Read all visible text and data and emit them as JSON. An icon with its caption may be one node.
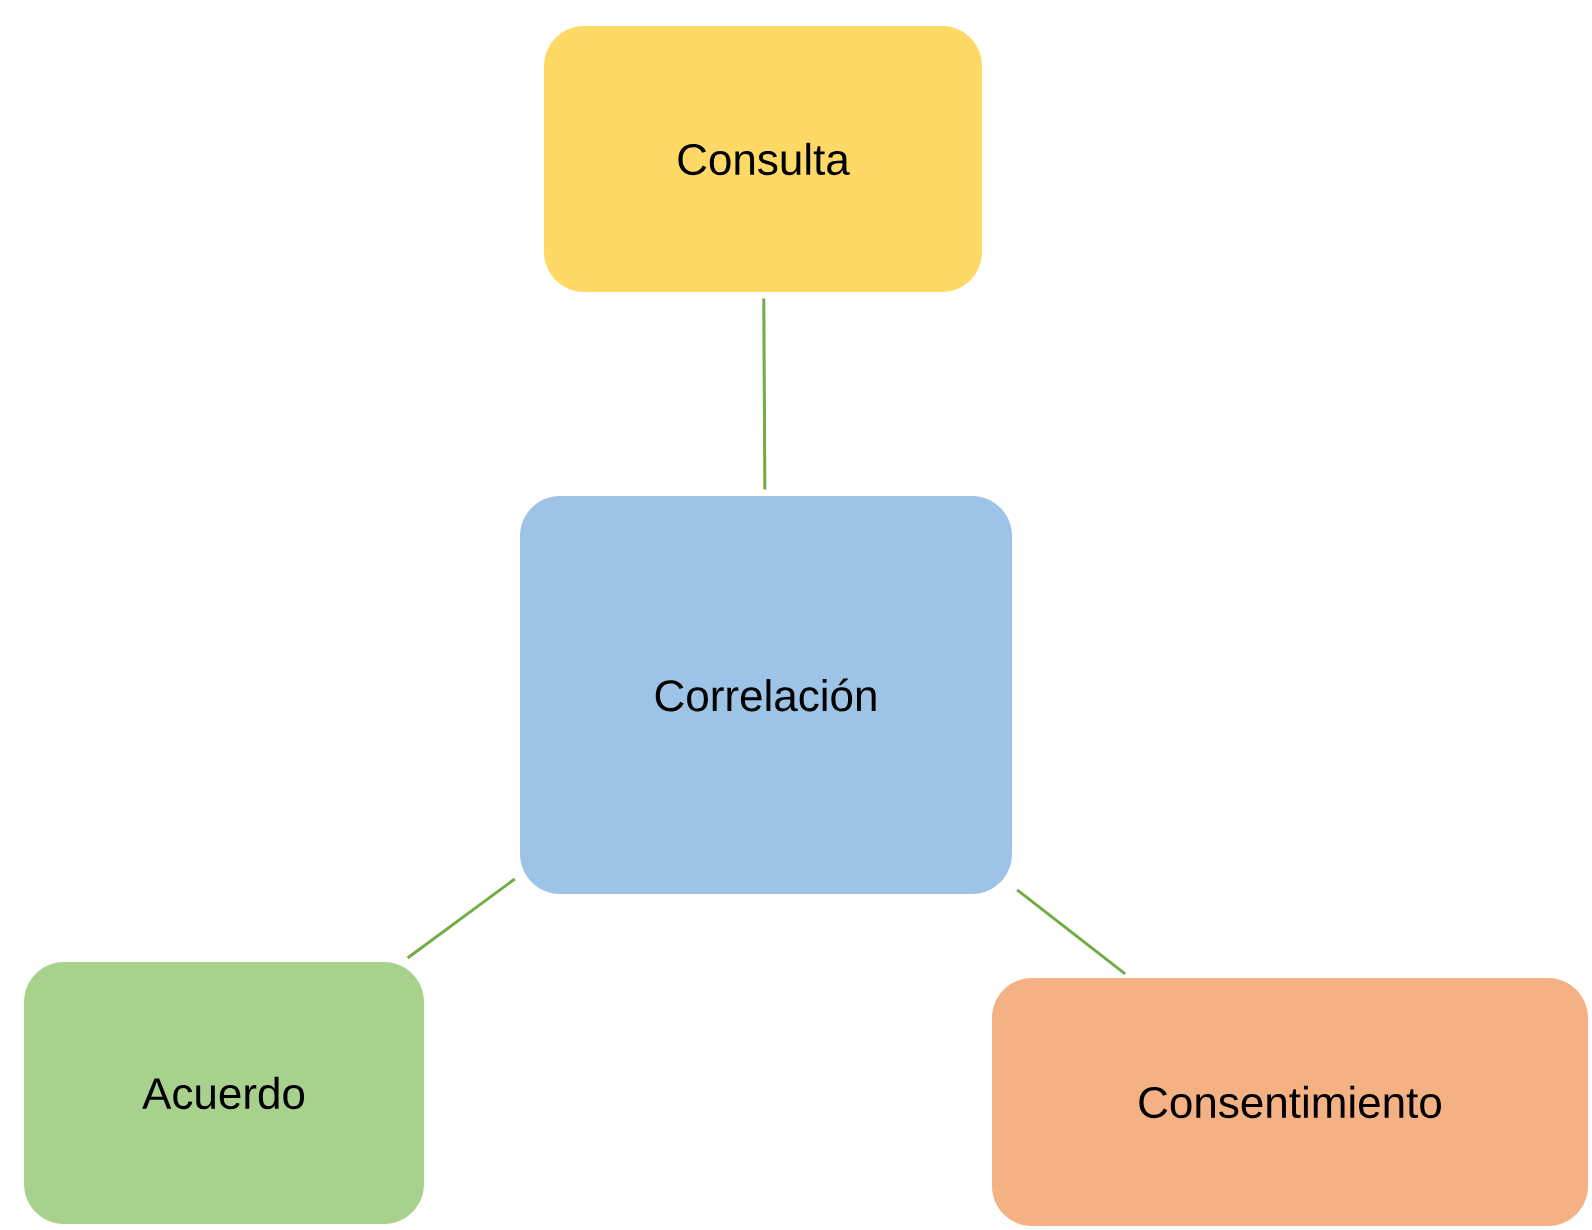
{
  "diagram": {
    "nodes": [
      {
        "text": [
          "Correlación"
        ]
      },
      {
        "text": [
          "Consulta"
        ]
      },
      {
        "text": [
          "Acuerdo"
        ]
      },
      {
        "text": [
          "Consentimiento"
        ]
      }
    ],
    "edges": [
      {
        "from": 0,
        "to": 1,
        "arrow": "none"
      },
      {
        "from": 0,
        "to": 2,
        "arrow": "none"
      },
      {
        "from": 0,
        "to": 3,
        "arrow": "none"
      }
    ]
  }
}
